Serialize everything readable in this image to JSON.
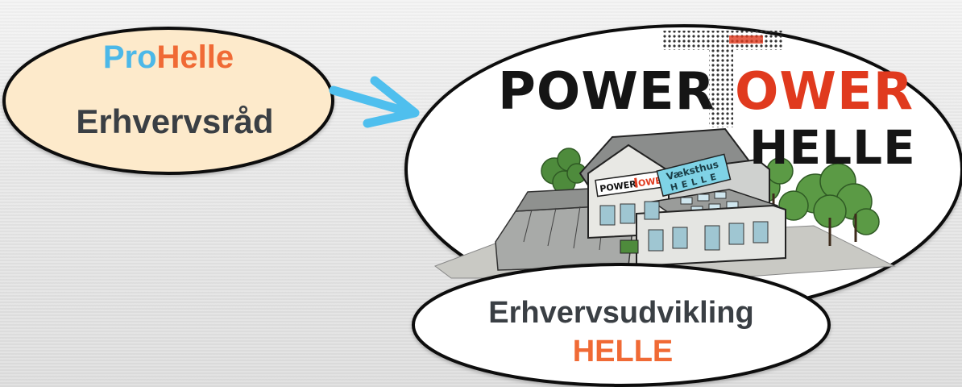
{
  "left_bubble": {
    "line1_part1": "Pro",
    "line1_part2": "Helle",
    "line2": "Erhvervsråd"
  },
  "logo": {
    "word1": "POWER",
    "word2_initial": "T",
    "word2_rest": "OWER",
    "word3": "HELLE"
  },
  "building_signs": {
    "sign_power": "POWER",
    "sign_tower": "OWER",
    "sign_vaeksthus": "Væksthus",
    "sign_helle": "HELLE"
  },
  "bottom_bubble": {
    "line1": "Erhvervsudvikling",
    "line2": "HELLE"
  },
  "colors": {
    "pro_blue": "#4cb8e8",
    "helle_orange": "#f06a35",
    "logo_red": "#e03a1e",
    "text_dark": "#3a3f44",
    "bubble_fill": "#fdeacb",
    "arrow": "#4fbfee"
  }
}
